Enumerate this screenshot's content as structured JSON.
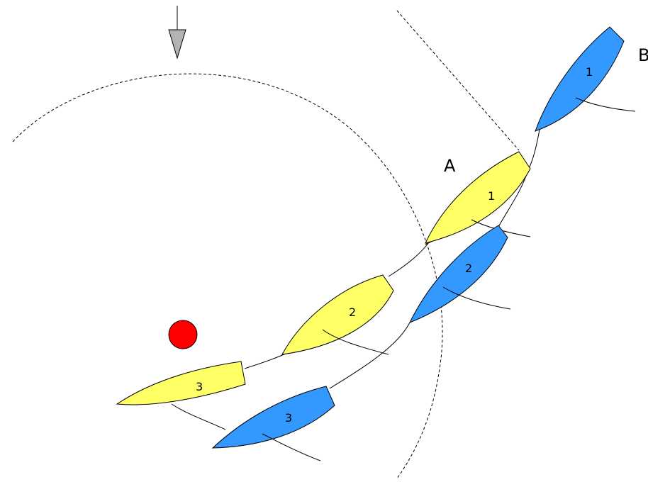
{
  "colors": {
    "boat_a": "#ffff66",
    "boat_b": "#3399ff",
    "mark": "#ff0000",
    "wind_arrow": "#b3b3b3"
  },
  "wind": {
    "icon": "wind-arrow-icon",
    "direction": "down"
  },
  "mark": {
    "icon": "red-mark-circle"
  },
  "boats": {
    "a": {
      "label": "A",
      "positions": [
        {
          "number": "1"
        },
        {
          "number": "2"
        },
        {
          "number": "3"
        }
      ]
    },
    "b": {
      "label": "B",
      "positions": [
        {
          "number": "1"
        },
        {
          "number": "2"
        },
        {
          "number": "3"
        }
      ]
    }
  }
}
